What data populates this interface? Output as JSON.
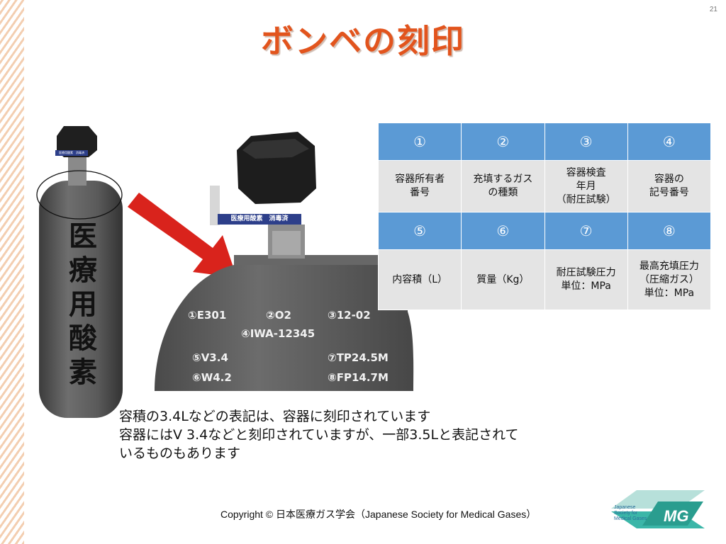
{
  "slide": {
    "page_number": "21",
    "title": "ボンベの刻印"
  },
  "illustration": {
    "cylinder_label": "医療用酸素",
    "valve_tag": "医療用酸素　消毒済",
    "markings": [
      "①E301",
      "②O2",
      "③12-02",
      "④IWA-12345",
      "⑤V3.4",
      "⑦TP24.5M",
      "⑥W4.2",
      "⑧FP14.7M"
    ],
    "colors": {
      "cylinder": "#5d5d5d",
      "arrow": "#d9231c",
      "tag": "#2d3f8a"
    }
  },
  "table": {
    "rows": [
      [
        "①",
        "②",
        "③",
        "④"
      ],
      [
        "容器所有者\n番号",
        "充填するガス\nの種類",
        "容器検査\n年月\n（耐圧試験）",
        "容器の\n記号番号"
      ],
      [
        "⑤",
        "⑥",
        "⑦",
        "⑧"
      ],
      [
        "内容積（L）",
        "質量（Kg）",
        "耐圧試験圧力\n単位：MPa",
        "最高充填圧力\n（圧縮ガス）\n単位：MPa"
      ]
    ],
    "colors": {
      "header": "#5b9ad5",
      "cell": "#e4e4e4"
    }
  },
  "body": {
    "line1": "容積の3.4Lなどの表記は、容器に刻印されています",
    "line2": "容器にはV 3.4などと刻印されていますが、一部3.5Lと表記されて",
    "line3": "いるものもあります"
  },
  "footer": {
    "copyright": "Copyright  © 日本医療ガス学会（Japanese Society for Medical Gases）"
  },
  "logo": {
    "text": "Japanese Society for Medical Gases",
    "mark": "MG",
    "colors": {
      "teal": "#3bb6a8",
      "blue": "#2a6e9a"
    }
  },
  "accent_color": "#e2541d"
}
